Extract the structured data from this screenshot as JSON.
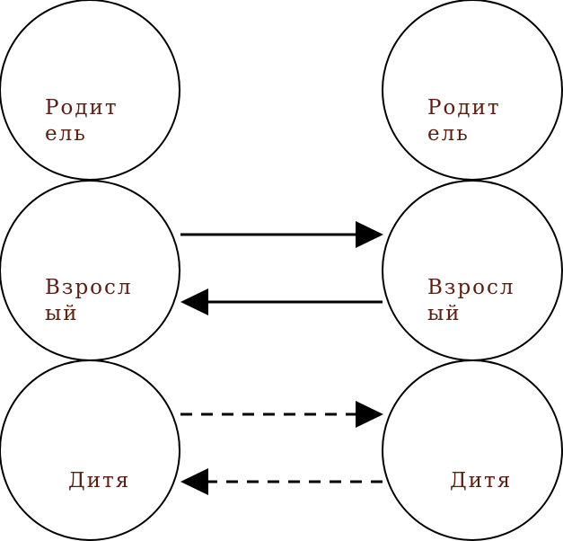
{
  "colors": {
    "label_text": "#5a1e12",
    "outline": "#000000",
    "background": "#ffffff"
  },
  "left_column": {
    "parent_line1": "Родит",
    "parent_line2": "ель",
    "adult_line1": "Взросл",
    "adult_line2": "ый",
    "child": "Дитя"
  },
  "right_column": {
    "parent_line1": "Родит",
    "parent_line2": "ель",
    "adult_line1": "Взросл",
    "adult_line2": "ый",
    "child": "Дитя"
  },
  "arrows": [
    {
      "from": "left-adult",
      "to": "right-adult",
      "style": "solid"
    },
    {
      "from": "right-adult",
      "to": "left-adult",
      "style": "solid"
    },
    {
      "from": "left-child",
      "to": "right-child",
      "style": "dashed"
    },
    {
      "from": "right-child",
      "to": "left-child",
      "style": "dashed"
    }
  ]
}
